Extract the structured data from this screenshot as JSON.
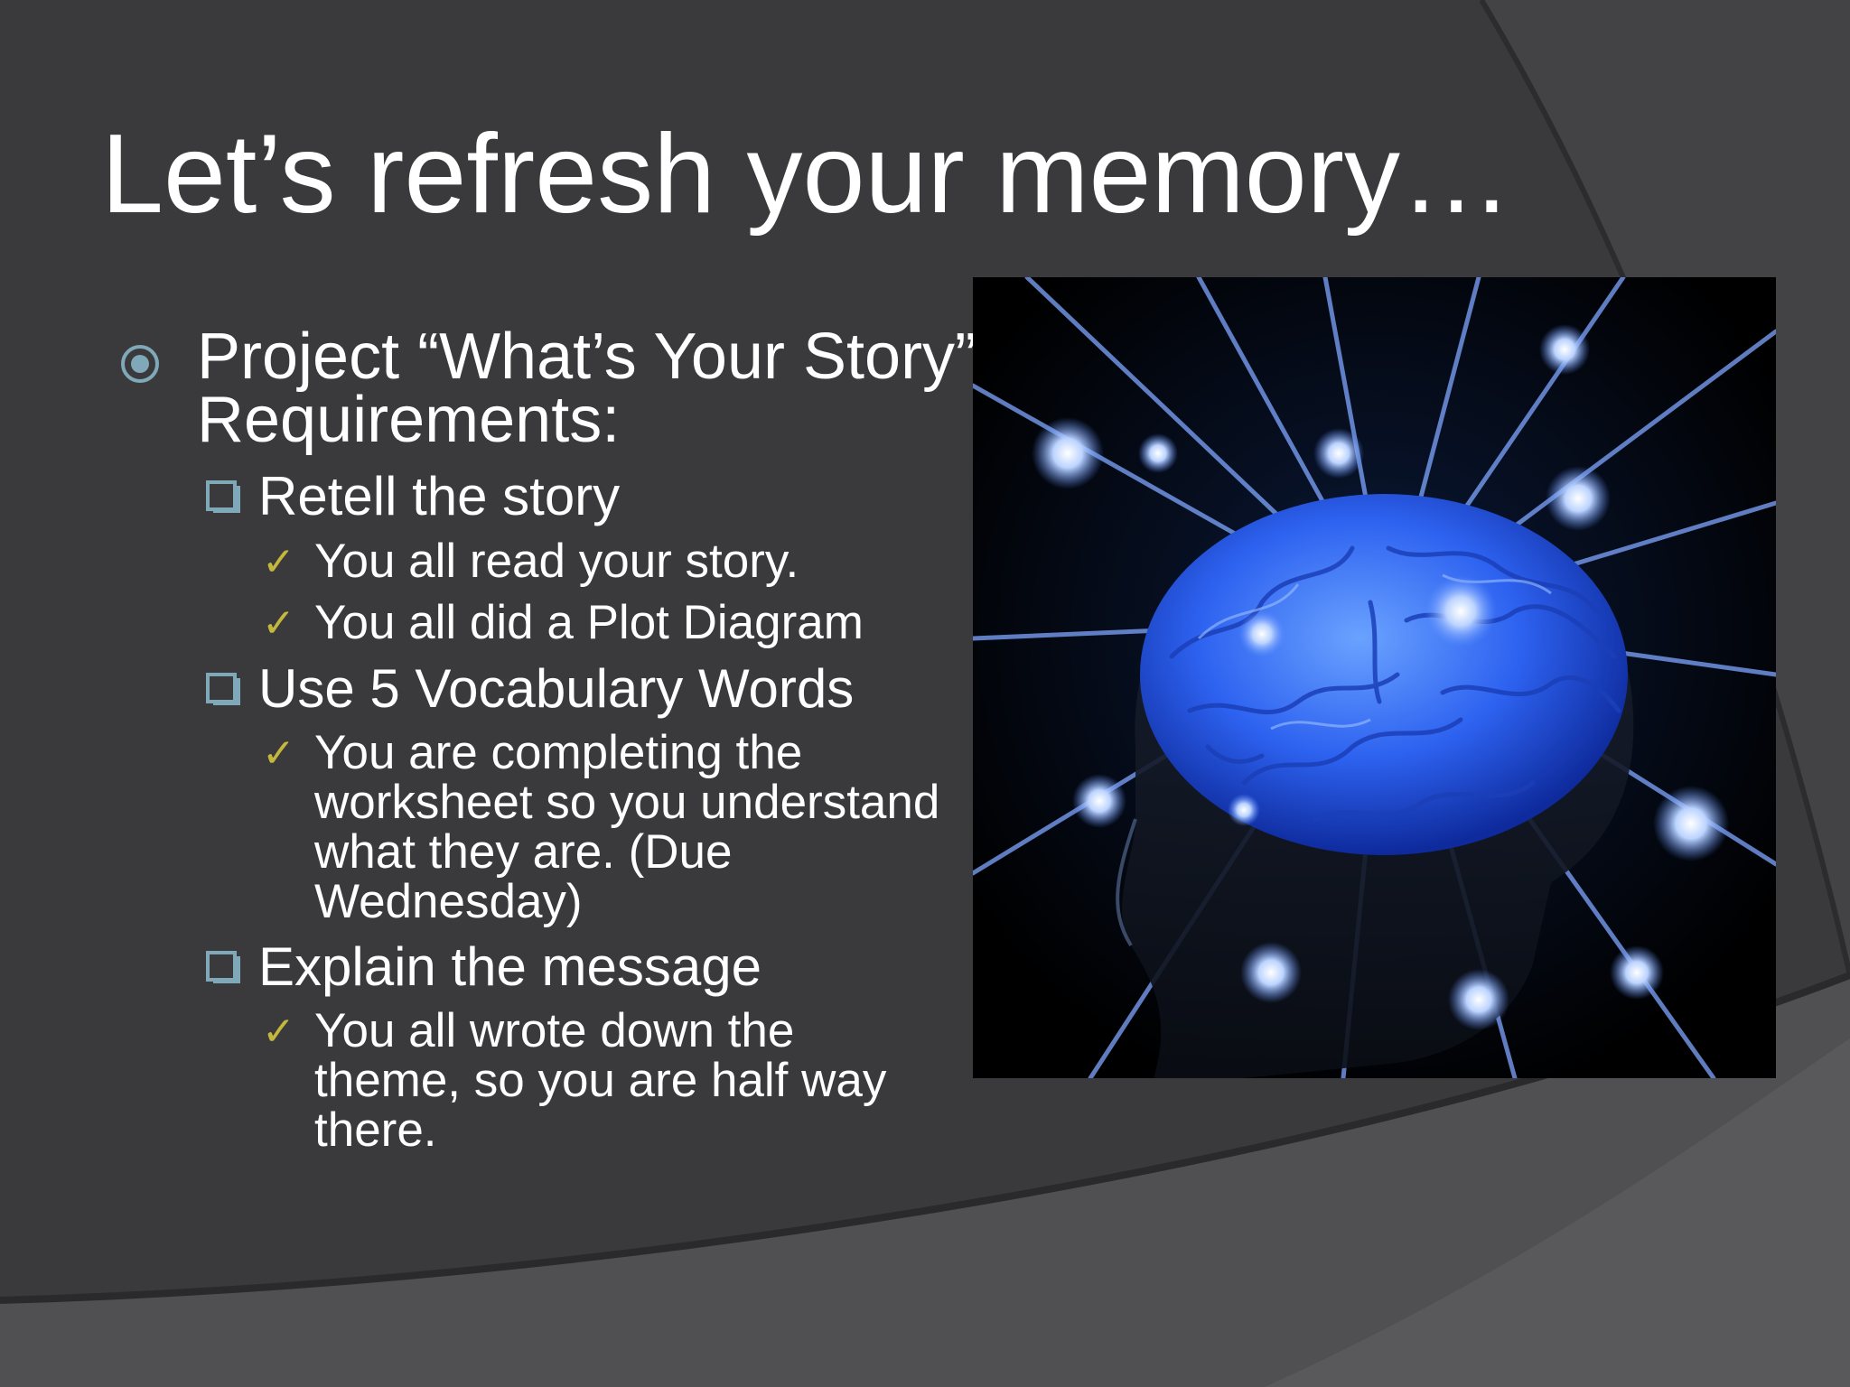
{
  "slide": {
    "title": "Let’s refresh your memory…",
    "level1": {
      "icon": "circle-target-icon",
      "lines": [
        "Project “What’s Your Story”",
        "Requirements:"
      ]
    },
    "items": [
      {
        "label": "Retell the story",
        "icon": "square-box-icon",
        "subitems": [
          {
            "lines": [
              "You all read your story."
            ]
          },
          {
            "lines": [
              "You all did a Plot Diagram"
            ]
          }
        ]
      },
      {
        "label": "Use 5 Vocabulary Words",
        "icon": "square-box-icon",
        "subitems": [
          {
            "lines": [
              "You are completing the",
              "worksheet so you understand",
              "what they are. (Due",
              "Wednesday)"
            ]
          }
        ]
      },
      {
        "label": "Explain the message",
        "icon": "square-box-icon",
        "subitems": [
          {
            "lines": [
              "You all wrote down the",
              "theme, so you are half way",
              "there."
            ]
          }
        ]
      }
    ],
    "check_icon": "checkmark-icon",
    "image": {
      "icon": "glowing-brain-icon"
    },
    "colors": {
      "background": "#3b3b3d",
      "text": "#ffffff",
      "l1_bullet": "#7fa8b8",
      "box_bullet": "#7fa8b8",
      "check": "#c4b83c",
      "brain": "#2e6bff"
    }
  }
}
